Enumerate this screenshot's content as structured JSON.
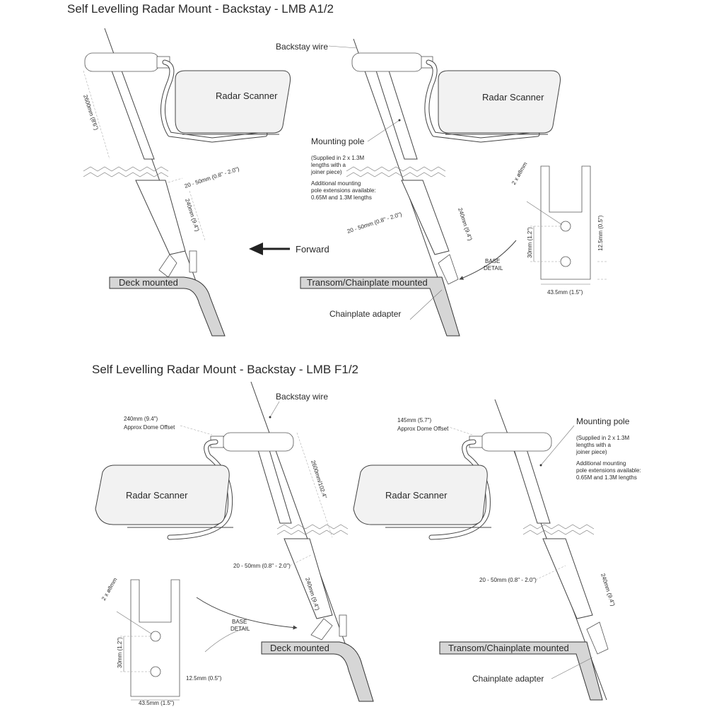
{
  "titles": {
    "top": "Self Levelling Radar Mount - Backstay - LMB A1/2",
    "bottom": "Self Levelling Radar Mount - Backstay - LMB F1/2"
  },
  "labels": {
    "radar_scanner": "Radar Scanner",
    "backstay_wire": "Backstay wire",
    "mounting_pole": "Mounting pole",
    "supplied_1": "(Supplied in 2 x 1.3M",
    "supplied_2": "lengths with a",
    "supplied_3": "joiner piece)",
    "additional_1": "Additional mounting",
    "additional_2": "pole extensions available:",
    "additional_3": "0.65M and 1.3M lengths",
    "forward": "Forward",
    "deck_mounted": "Deck mounted",
    "transom_mounted": "Transom/Chainplate mounted",
    "chainplate_adapter": "Chainplate adapter",
    "base_detail_1": "BASE",
    "base_detail_2": "DETAIL",
    "approx_dome_offset": "Approx Dome Offset"
  },
  "dimensions": {
    "height_a": "2600mm (8'6\")",
    "height_f": "2600mm/102.4\"",
    "offset_range": "20 - 50mm (0.8\" - 2.0\")",
    "clamp_len": "240mm (9.4\")",
    "hole_dia": "2 x ø8mm",
    "hole_spacing": "30mm (1.2\")",
    "edge_dist": "12.5mm (0.5\")",
    "base_width": "43.5mm (1.5\")",
    "dome_offset_240": "240mm (9.4\")",
    "dome_offset_145": "145mm (5.7\")"
  }
}
